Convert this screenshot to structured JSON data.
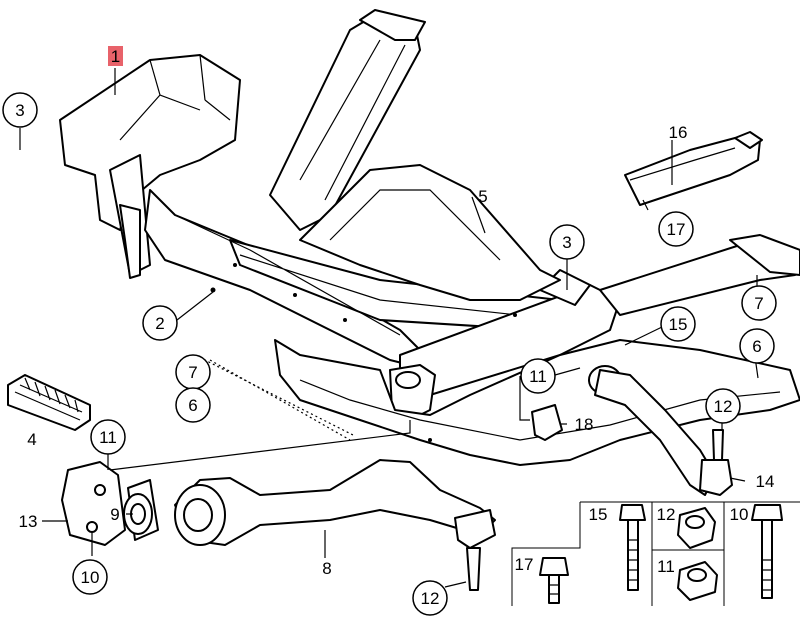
{
  "callouts": {
    "c1": "1",
    "c2": "2",
    "c3a": "3",
    "c3b": "3",
    "c4": "4",
    "c5": "5",
    "c6a": "6",
    "c6b": "6",
    "c7a": "7",
    "c7b": "7",
    "c8": "8",
    "c9": "9",
    "c10a": "10",
    "c11a": "11",
    "c11b": "11",
    "c12a": "12",
    "c12b": "12",
    "c13": "13",
    "c14": "14",
    "c15": "15",
    "c16": "16",
    "c17": "17",
    "c18": "18"
  },
  "hardware_table": {
    "c15": "15",
    "c12": "12",
    "c10": "10",
    "c17": "17",
    "c11": "11"
  },
  "colors": {
    "highlight_box": "#e8626a"
  }
}
